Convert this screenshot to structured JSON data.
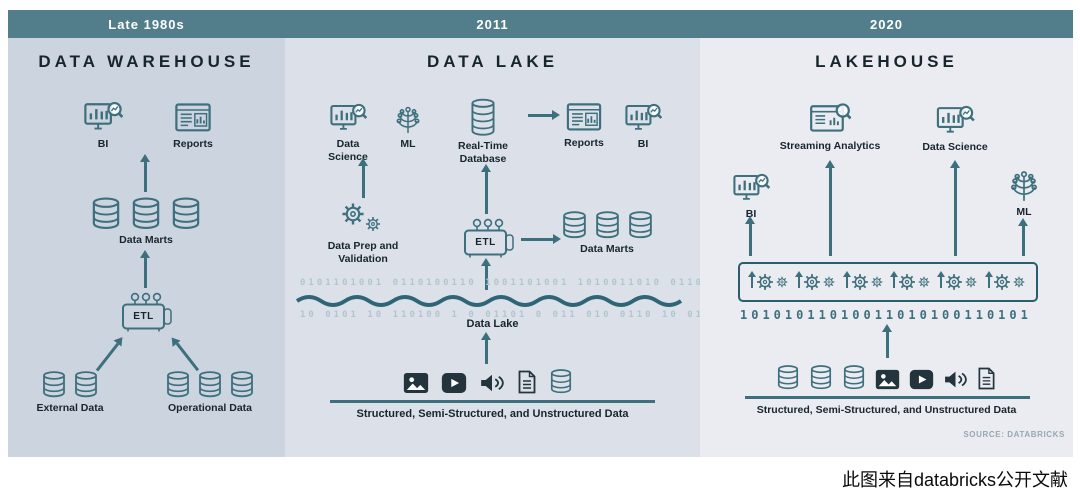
{
  "caption": "此图来自databricks公开文献",
  "warehouse": {
    "era": "Late 1980s",
    "title": "DATA WAREHOUSE",
    "bi": "BI",
    "reports": "Reports",
    "data_marts": "Data Marts",
    "etl": "ETL",
    "external_data": "External Data",
    "operational_data": "Operational Data"
  },
  "datalake": {
    "era": "2011",
    "title": "DATA LAKE",
    "data_science": "Data Science",
    "ml": "ML",
    "realtime_database": "Real-Time Database",
    "reports": "Reports",
    "bi": "BI",
    "data_prep": "Data Prep and Validation",
    "etl": "ETL",
    "data_marts": "Data Marts",
    "lake_label": "Data Lake",
    "bits_top": "0101101001 0110100110 1001101001 1010011010 0110",
    "bits_bottom": "10 0101 10 110100 1 0 01101 0 011 010 0110 10 01",
    "bottom_label": "Structured, Semi-Structured, and Unstructured Data"
  },
  "lakehouse": {
    "era": "2020",
    "title": "LAKEHOUSE",
    "streaming_analytics": "Streaming Analytics",
    "data_science": "Data Science",
    "bi": "BI",
    "ml": "ML",
    "bits": "10101011010011010100110101",
    "bottom_label": "Structured, Semi-Structured, and Unstructured Data",
    "source": "SOURCE: DATABRICKS"
  }
}
